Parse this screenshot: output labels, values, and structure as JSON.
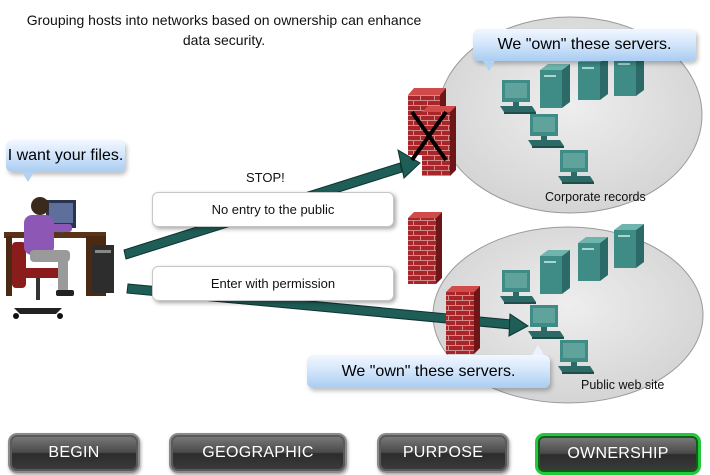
{
  "caption": "Grouping hosts into networks based on ownership can enhance data security.",
  "bubbles": {
    "user": "I want your files.",
    "top_servers": "We \"own\"  these servers.",
    "bottom_servers": "We \"own\" these servers."
  },
  "stop_text": "STOP!",
  "labels": {
    "no_entry": "No entry to the public",
    "permission": "Enter with permission"
  },
  "networks": {
    "corporate": "Corporate records",
    "public": "Public web site"
  },
  "nav": {
    "begin": "BEGIN",
    "geographic": "GEOGRAPHIC",
    "purpose": "PURPOSE",
    "ownership": "OWNERSHIP",
    "active": "OWNERSHIP"
  },
  "colors": {
    "active_border": "#22c93a",
    "arrow": "#1e5e57",
    "firewall": "#b3282a",
    "server": "#3f8c87",
    "ellipse": "#dcdcdc"
  }
}
